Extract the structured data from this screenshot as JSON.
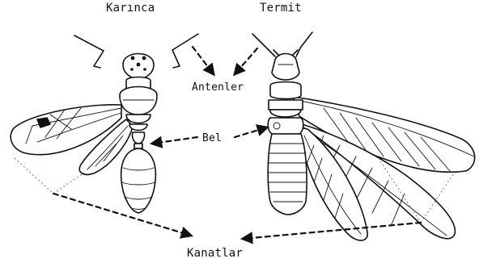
{
  "titles": {
    "ant": "Karınca",
    "termite": "Termit"
  },
  "labels": {
    "antennae": "Antenler",
    "waist": "Bel",
    "wings": "Kanatlar"
  }
}
